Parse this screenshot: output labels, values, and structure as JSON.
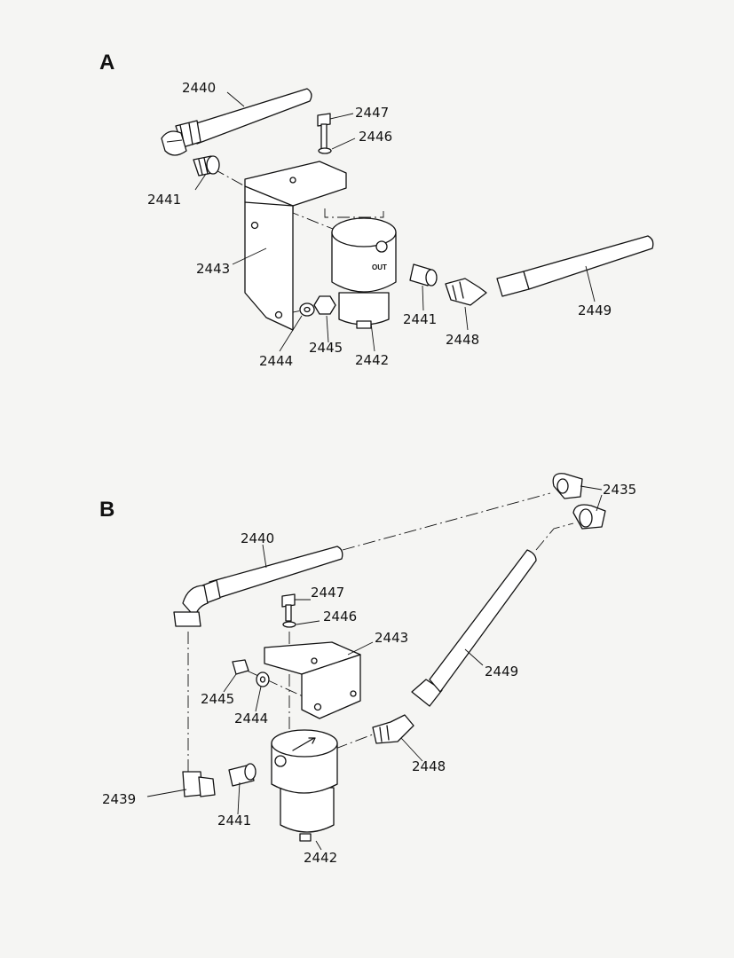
{
  "sections": [
    {
      "label": "A"
    },
    {
      "label": "B"
    }
  ],
  "markings": {
    "out": "OUT"
  },
  "labels_a": {
    "p2440": "2440",
    "p2441": "2441",
    "p2442": "2442",
    "p2443": "2443",
    "p2444": "2444",
    "p2445": "2445",
    "p2446": "2446",
    "p2447": "2447",
    "p2448": "2448",
    "p2449": "2449"
  },
  "labels_b": {
    "p2435": "2435",
    "p2439": "2439",
    "p2440": "2440",
    "p2441": "2441",
    "p2442": "2442",
    "p2443": "2443",
    "p2444": "2444",
    "p2445": "2445",
    "p2446": "2446",
    "p2447": "2447",
    "p2448": "2448",
    "p2449": "2449"
  }
}
